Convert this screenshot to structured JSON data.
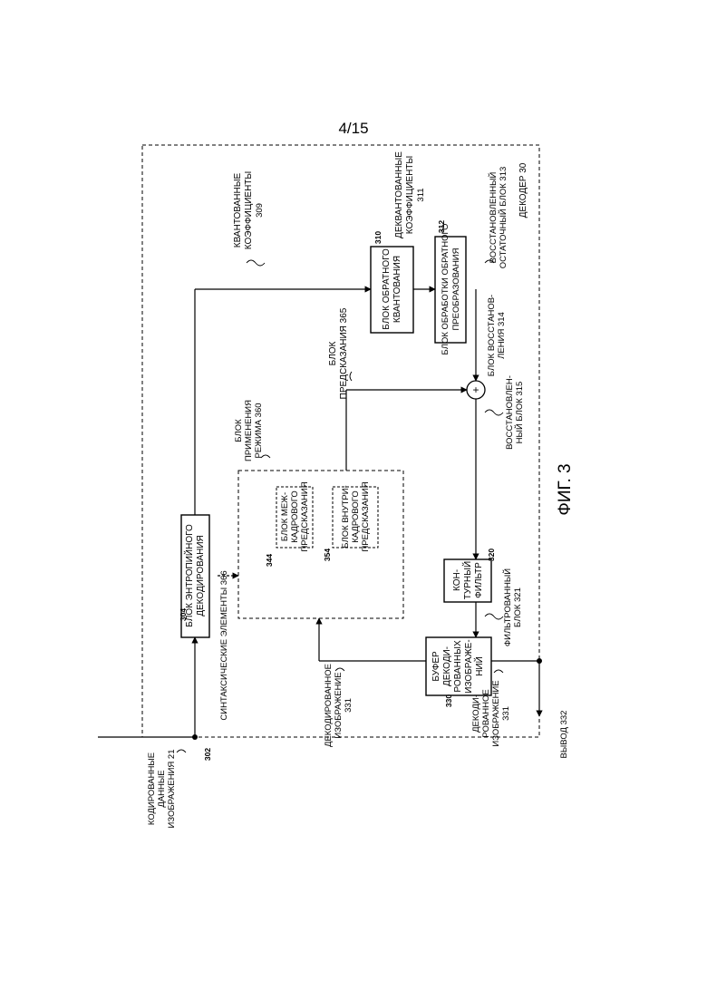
{
  "page_number": "4/15",
  "figure_label": "ФИГ. 3",
  "decoder": {
    "label": "ДЕКОДЕР 30"
  },
  "input": {
    "line1": "КОДИРОВАННЫЕ",
    "line2": "ДАННЫЕ",
    "line3": "ИЗОБРАЖЕНИЯ 21",
    "ref": "302"
  },
  "entropy_block": {
    "line1": "БЛОК ЭНТРОПИЙНОГО",
    "line2": "ДЕКОДИРОВАНИЯ",
    "ref": "304"
  },
  "quantized": {
    "line1": "КВАНТОВАННЫЕ",
    "line2": "КОЭФФИЦИЕНТЫ",
    "line3": "309"
  },
  "inverse_quant_block": {
    "line1": "БЛОК ОБРАТНОГО",
    "line2": "КВАНТОВАНИЯ",
    "ref": "310"
  },
  "dequantized": {
    "line1": "ДЕКВАНТОВАННЫЕ",
    "line2": "КОЭФФИЦИЕНТЫ",
    "line3": "311"
  },
  "inverse_transform_block": {
    "line1": "БЛОК ОБРАБОТКИ ОБРАТНОГО",
    "line2": "ПРЕОБРАЗОВАНИЯ",
    "ref": "312"
  },
  "residual": {
    "line1": "ВОССТАНОВЛЕННЫЙ",
    "line2": "ОСТАТОЧНЫЙ БЛОК 313"
  },
  "reconstruction_unit": {
    "line1": "БЛОК ВОССТАНОВ-",
    "line2": "ЛЕНИЯ 314"
  },
  "adder": {
    "symbol": "+"
  },
  "reconstructed_block": {
    "line1": "ВОССТАНОВЛЕН-",
    "line2": "НЫЙ БЛОК 315"
  },
  "prediction_block": {
    "line1": "БЛОК",
    "line2": "ПРЕДСКАЗАНИЯ 365"
  },
  "mode_application": {
    "line1": "БЛОК",
    "line2": "ПРИМЕНЕНИЯ",
    "line3": "РЕЖИМА 360"
  },
  "inter_prediction": {
    "line1": "БЛОК МЕЖ-",
    "line2": "КАДРОВОГО",
    "line3": "ПРЕДСКАЗАНИЯ",
    "ref": "344"
  },
  "intra_prediction": {
    "line1": "БЛОК ВНУТРИ-",
    "line2": "КАДРОВОГО",
    "line3": "ПРЕДСКАЗАНИЯ",
    "ref": "354"
  },
  "syntax_elements": {
    "label": "СИНТАКСИЧЕСКИЕ ЭЛЕМЕНТЫ 366"
  },
  "loop_filter": {
    "line1": "КОН-",
    "line2": "ТУРНЫЙ",
    "line3": "ФИЛЬТР",
    "ref": "320"
  },
  "filtered_block": {
    "line1": "ФИЛЬТРОВАННЫЙ",
    "line2": "БЛОК 321"
  },
  "dpb": {
    "line1": "БУФЕР",
    "line2": "ДЕКОДИ-",
    "line3": "РОВАННЫХ",
    "line4": "ИЗОБРАЖЕ-",
    "line5": "НИЙ",
    "ref": "330"
  },
  "decoded_picture_left": {
    "line1": "ДЕКОДИРОВАННОЕ",
    "line2": "ИЗОБРАЖЕНИЕ",
    "line3": "331"
  },
  "decoded_picture_right": {
    "line1": "ДЕКОДИ-",
    "line2": "РОВАННОЕ",
    "line3": "ИЗОБРАЖЕНИЕ",
    "line4": "331"
  },
  "output": {
    "label": "ВЫВОД 332"
  }
}
